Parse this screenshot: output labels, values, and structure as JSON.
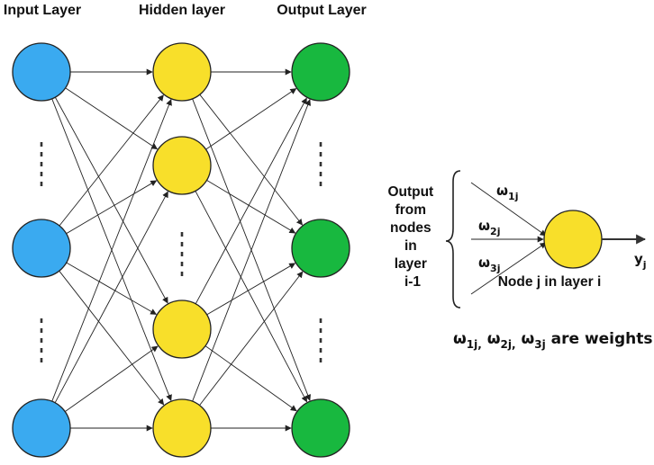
{
  "colors": {
    "input": "#3aaaf0",
    "hidden": "#f8df2a",
    "output": "#18b83f",
    "line": "#222222"
  },
  "headers": {
    "input": "Input Layer",
    "hidden": "Hidden layer",
    "output": "Output Layer"
  },
  "perceptron": {
    "source_lines": [
      "Output",
      "from",
      "nodes",
      "in",
      "layer",
      "i-1"
    ],
    "weights": [
      {
        "symbol": "ω",
        "sub": "1j"
      },
      {
        "symbol": "ω",
        "sub": "2j"
      },
      {
        "symbol": "ω",
        "sub": "3j"
      }
    ],
    "output": {
      "symbol": "y",
      "sub": "j"
    },
    "node_label": "Node j in layer i"
  },
  "caption": {
    "parts": [
      {
        "t": "ω",
        "s": "1j,"
      },
      {
        "t": " ω",
        "s": "2j,"
      },
      {
        "t": " ω",
        "s": "3j"
      },
      {
        "t": " are weights",
        "s": ""
      }
    ]
  }
}
